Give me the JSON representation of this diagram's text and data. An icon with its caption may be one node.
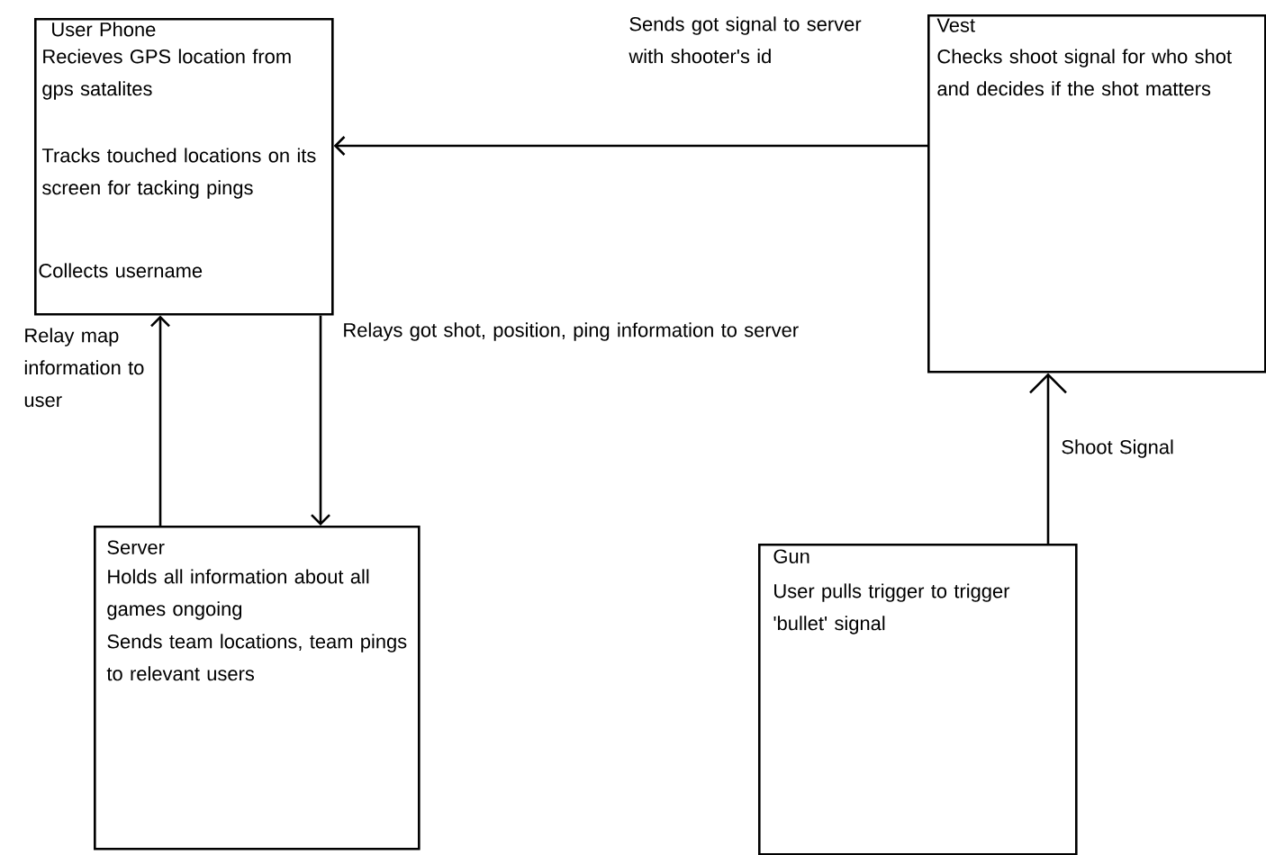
{
  "diagram": {
    "nodes": [
      {
        "text": [
          "User Phone",
          "Recieves GPS location from gps satalites",
          "Tracks touched locations on its screen for tacking pings",
          "Collects username"
        ]
      },
      {
        "text": [
          "Vest",
          "Checks shoot signal for who shot and decides if the shot matters"
        ]
      },
      {
        "text": [
          "Server",
          "Holds all information about all games ongoing",
          "Sends team locations, team pings to relevant users"
        ]
      },
      {
        "text": [
          "Gun",
          "User pulls trigger to trigger 'bullet' signal"
        ]
      }
    ],
    "edges": [
      {
        "from": 1,
        "to": 0,
        "arrow": "to",
        "label": "Sends got signal to server with shooter's id"
      },
      {
        "from": 2,
        "to": 0,
        "arrow": "to",
        "label": "Relay map information to user"
      },
      {
        "from": 0,
        "to": 2,
        "arrow": "to",
        "label": "Relays got shot, position, ping information to server"
      },
      {
        "from": 3,
        "to": 1,
        "arrow": "to",
        "label": "Shoot Signal"
      }
    ]
  }
}
